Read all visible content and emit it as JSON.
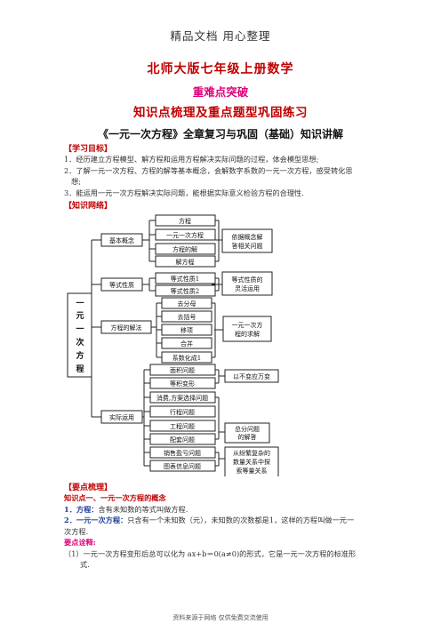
{
  "header": "精品文档 用心整理",
  "titles": {
    "main": "北师大版七年级上册数学",
    "sub": "重难点突破",
    "topic": "知识点梳理及重点题型巩固练习",
    "lesson": "《一元一次方程》全章复习与巩固（基础）知识讲解"
  },
  "goals": {
    "heading": "【学习目标】",
    "items": [
      "1．经历建立方程模型、解方程和运用方程解决实际问题的过程，体会模型思想;",
      "2．了解一元一次方程、方程的解等基本概念，会解数字系数的一元一次方程，感受转化思",
      "想;",
      "3．能运用一元一次方程解决实际问题，能根据实际意义检验方程的合理性."
    ]
  },
  "network": {
    "heading": "【知识网络】",
    "root": [
      "一",
      "元",
      "一",
      "次",
      "方",
      "程"
    ],
    "branches": [
      "基本概念",
      "等式性质",
      "方程的解法",
      "实际运用"
    ],
    "concepts": [
      "方程",
      "一元一次方程",
      "方程的解",
      "解方程"
    ],
    "properties": [
      "等式性质1",
      "等式性质2"
    ],
    "solving": [
      "去分母",
      "去括号",
      "移项",
      "合并",
      "系数化成1"
    ],
    "applications": [
      "面积问题",
      "等积变形",
      "消费,方案选择问题",
      "行程问题",
      "工程问题",
      "配套问题",
      "销售盈亏问题",
      "图表信息问题"
    ],
    "notes": {
      "concept_note": [
        "依据概念解",
        "答相关问题"
      ],
      "property_note": [
        "等式性质的",
        "灵活运用"
      ],
      "solve_note": [
        "一元一次方",
        "程的求解"
      ],
      "area_note": "以不变应万变",
      "app_note": [
        "总分问题",
        "的解答"
      ],
      "sales_note": [
        "从纷繁复杂的",
        "数量关系中探",
        "索等量关系"
      ]
    }
  },
  "points": {
    "heading": "【要点梳理】",
    "point1_title": "知识点一、一元一次方程的概念",
    "def1_label": "1．方程：",
    "def1_text": "含有未知数的等式叫做方程.",
    "def2_label": "2．一元一次方程：",
    "def2_text": "只含有一个未知数（元），未知数的次数都是1，这样的方程叫做一元一",
    "def2_cont": "次方程.",
    "explain_label": "要点诠释:",
    "explain_text": "（1）一元一次方程变形后总可以化为 ax+b＝0(a≠0)的形式，它是一元一次方程的标准形",
    "explain_cont": "式."
  },
  "footer": "资料来源于网络 仅供免费交流使用"
}
